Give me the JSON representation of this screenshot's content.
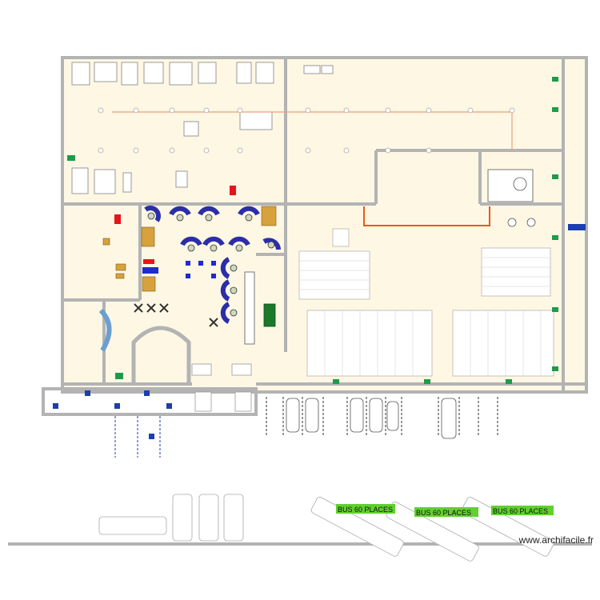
{
  "watermark": "www.archifacile.fr",
  "bus_labels": [
    "BUS 60 PLACES",
    "BUS 60 PLACES",
    "BUS 60 PLACES"
  ],
  "colors": {
    "wall": "#b3b3b3",
    "floor": "#fdf7e4",
    "exit_sign": "#1f9a4a",
    "accessibility": "#1a3fb0",
    "bus_label_bg": "#5fd12e",
    "accent_red": "#e8131b",
    "pipe_orange": "#e85a1a",
    "furniture_navy": "#2b2ea8",
    "wood": "#d7a23c"
  },
  "icons": [
    "emergency-exit-icon",
    "wheelchair-icon",
    "car-icon",
    "bus-icon",
    "chair-icon",
    "table-icon"
  ]
}
